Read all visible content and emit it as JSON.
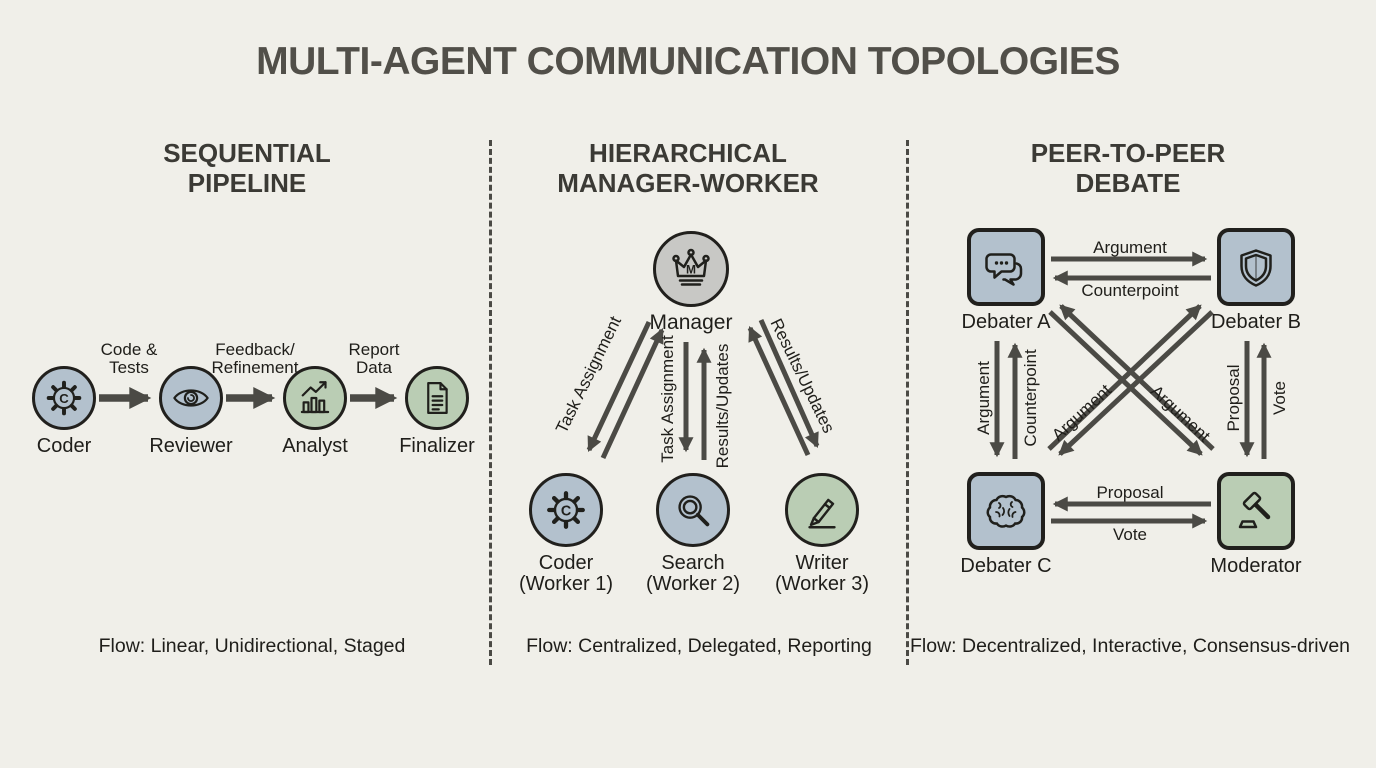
{
  "title": "MULTI-AGENT COMMUNICATION TOPOLOGIES",
  "colors": {
    "background": "#f0efe9",
    "node_blue": "#b3c1cd",
    "node_green": "#bacdb4",
    "node_gray": "#c8c8c5",
    "node_outline": "#21201d",
    "arrow": "#4b4a45",
    "title_text": "#514f49",
    "heading_text": "#3b3a35",
    "body_text": "#1f1e1a"
  },
  "sequential": {
    "heading": "SEQUENTIAL\nPIPELINE",
    "nodes": [
      {
        "label": "Coder",
        "icon": "gear-code-icon",
        "letter": "C"
      },
      {
        "label": "Reviewer",
        "icon": "eye-icon"
      },
      {
        "label": "Analyst",
        "icon": "bar-chart-icon"
      },
      {
        "label": "Finalizer",
        "icon": "document-icon"
      }
    ],
    "edges": [
      {
        "label": "Code &\nTests"
      },
      {
        "label": "Feedback/\nRefinement"
      },
      {
        "label": "Report\nData"
      }
    ],
    "flow": "Flow: Linear, Unidirectional, Staged"
  },
  "hierarchical": {
    "heading": "HIERARCHICAL\nMANAGER-WORKER",
    "manager": {
      "label": "Manager",
      "icon": "crown-icon",
      "letter": "M"
    },
    "workers": [
      {
        "label": "Coder\n(Worker 1)",
        "icon": "gear-code-icon",
        "letter": "C"
      },
      {
        "label": "Search\n(Worker 2)",
        "icon": "magnifier-icon"
      },
      {
        "label": "Writer\n(Worker 3)",
        "icon": "pen-icon"
      }
    ],
    "edges": {
      "task_assignment_diag": "Task Assignment",
      "task_assignment_vert": "Task Assignment",
      "results_updates_vert": "Results/Updates",
      "results_updates_diag": "Results/Updates"
    },
    "flow": "Flow: Centralized, Delegated, Reporting"
  },
  "p2p": {
    "heading": "PEER-TO-PEER\nDEBATE",
    "nodes": {
      "a": {
        "label": "Debater A",
        "icon": "speech-bubbles-icon"
      },
      "b": {
        "label": "Debater B",
        "icon": "shield-icon"
      },
      "c": {
        "label": "Debater C",
        "icon": "brain-icon"
      },
      "moderator": {
        "label": "Moderator",
        "icon": "gavel-icon"
      }
    },
    "edges": {
      "argument_top": "Argument",
      "counterpoint_top": "Counterpoint",
      "argument_left_vert": "Argument",
      "counterpoint_left_vert": "Counterpoint",
      "argument_diag_bc": "Argument",
      "argument_diag_am": "Argument",
      "proposal_right_vert": "Proposal",
      "vote_right_vert": "Vote",
      "proposal_bottom": "Proposal",
      "vote_bottom": "Vote"
    },
    "flow": "Flow: Decentralized, Interactive, Consensus-driven"
  }
}
